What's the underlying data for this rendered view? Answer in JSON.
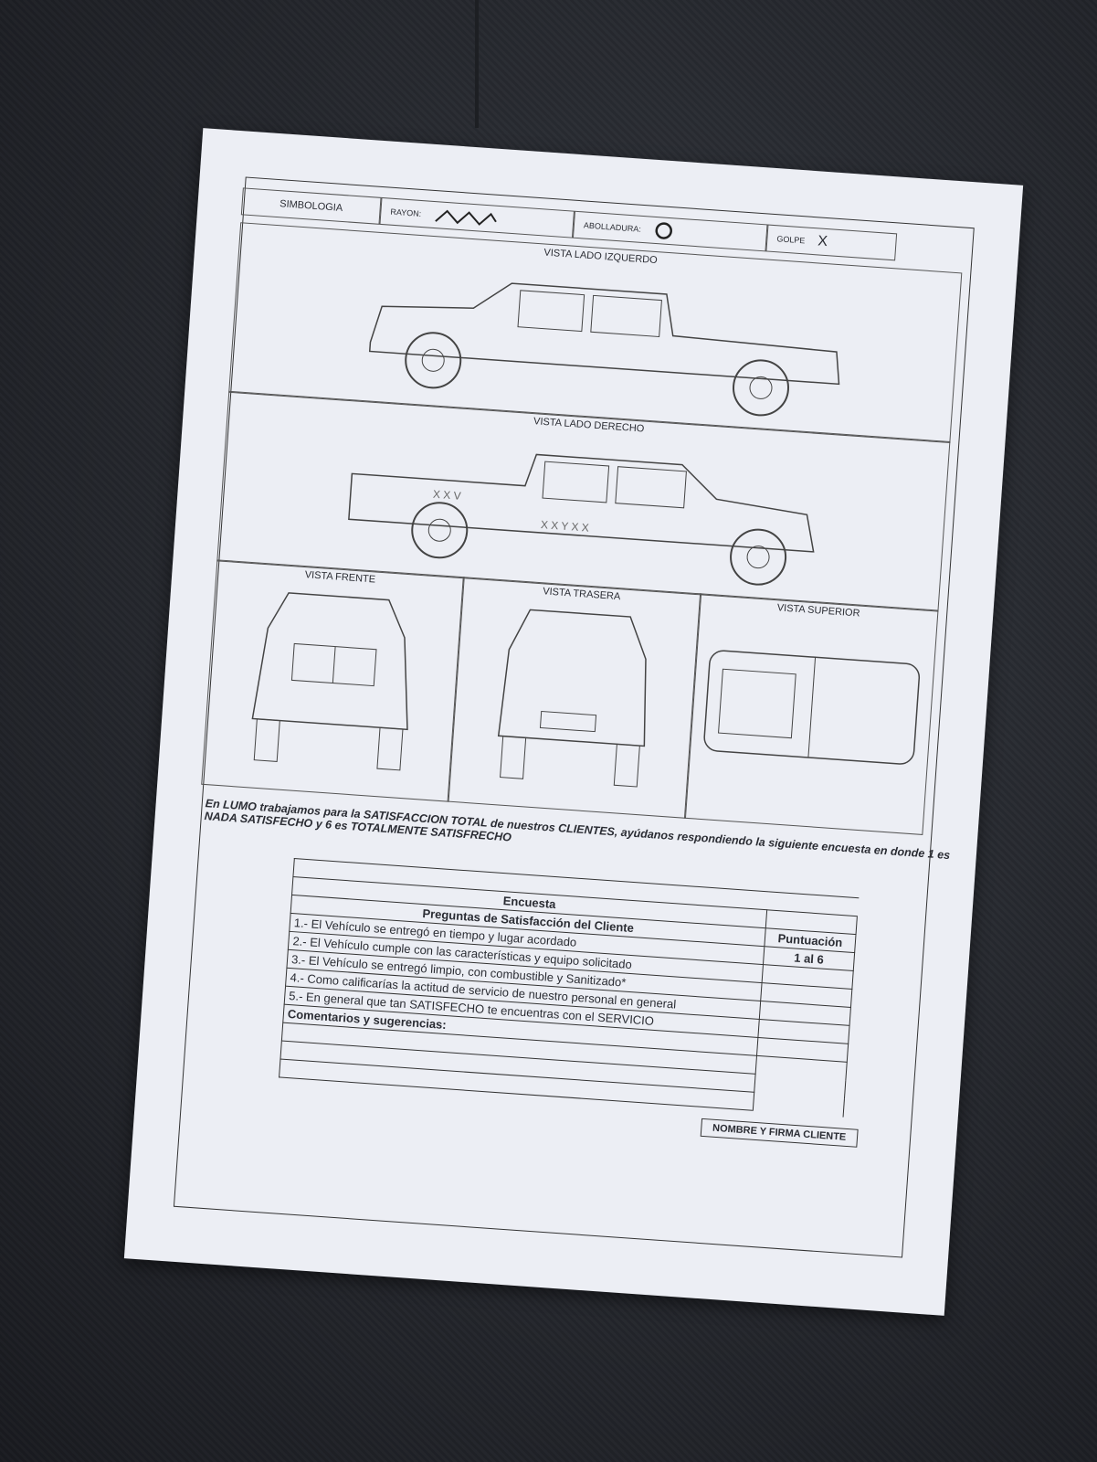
{
  "legend": {
    "title": "SIMBOLOGIA",
    "scratch_label": "RAYON:",
    "dent_label": "ABOLLADURA:",
    "hit_label": "GOLPE",
    "hit_symbol": "X"
  },
  "views": {
    "left": "VISTA LADO IZQUERDO",
    "right": "VISTA LADO DERECHO",
    "front": "VISTA FRENTE",
    "rear": "VISTA TRASERA",
    "top": "VISTA SUPERIOR"
  },
  "intro": "En LUMO trabajamos para la SATISFACCION TOTAL de nuestros CLIENTES, ayúdanos respondiendo la siguiente encuesta en donde 1 es NADA SATISFECHO y 6 es TOTALMENTE SATISFRECHO",
  "survey": {
    "title": "Encuesta",
    "questions_header": "Preguntas de Satisfacción del Cliente",
    "score_header": "Puntuación",
    "score_range": "1 al 6",
    "questions": [
      "1.- El Vehículo se entregó en tiempo y lugar acordado",
      "2.- El Vehículo cumple con las características y equipo solicitado",
      "3.- El Vehículo se entregó limpio, con combustible y Sanitizado*",
      "4.- Como calificarías la actitud de servicio de nuestro personal en general",
      "5.- En general que tan SATISFECHO te encuentras con el SERVICIO"
    ],
    "comments_label": "Comentarios y sugerencias:",
    "signature_label": "NOMBRE Y FIRMA CLIENTE"
  }
}
